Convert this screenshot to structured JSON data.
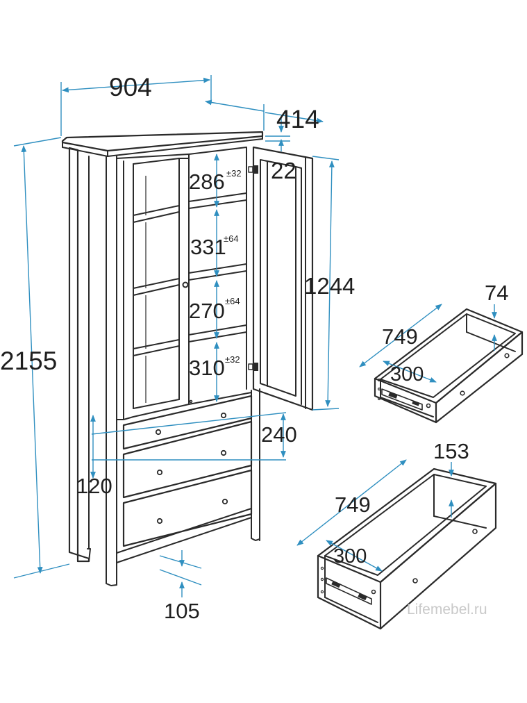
{
  "colors": {
    "dimension_line": "#2f8fc0",
    "outline": "#2a2a2a",
    "text": "#1f1f1f",
    "watermark": "#c9c9c9",
    "background": "#ffffff"
  },
  "cabinet": {
    "width": "904",
    "depth": "414",
    "height": "2155",
    "top_thickness": "22",
    "door_height": "1244",
    "shelf_gap_1": "286",
    "shelf_gap_1_tol": "±32",
    "shelf_gap_2": "331",
    "shelf_gap_2_tol": "±64",
    "shelf_gap_3": "270",
    "shelf_gap_3_tol": "±64",
    "shelf_gap_4": "310",
    "shelf_gap_4_tol": "±32",
    "drawer_front_height": "240",
    "small_drawer_height": "120",
    "plinth_height": "105"
  },
  "small_drawer": {
    "depth": "749",
    "height": "74",
    "width": "300"
  },
  "large_drawer": {
    "depth": "749",
    "height": "153",
    "width": "300"
  },
  "watermark": "Lifemebel.ru"
}
